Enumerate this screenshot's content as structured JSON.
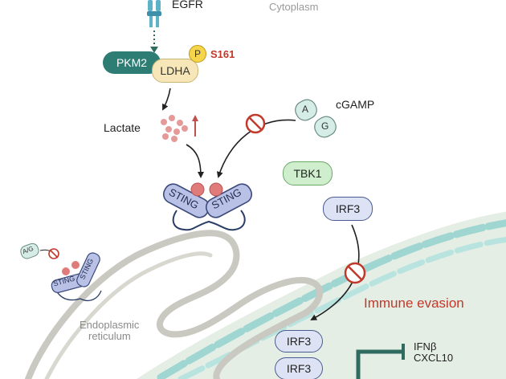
{
  "labels": {
    "egfr": "EGFR",
    "cytoplasm": "Cytoplasm",
    "pkm2": "PKM2",
    "ldha": "LDHA",
    "phospho": "P",
    "site": "S161",
    "lactate": "Lactate",
    "cgamp": "cGAMP",
    "cgamp_a": "A",
    "cgamp_g": "G",
    "tbk1": "TBK1",
    "irf3": "IRF3",
    "sting": "STING",
    "er_line1": "Endoplasmic",
    "er_line2": "reticulum",
    "immune_evasion": "Immune evasion",
    "nuclear_irf3_top": "IRF3",
    "nuclear_irf3_bottom": "IRF3",
    "target_gene_1": "IFNβ",
    "target_gene_2": "CXCL10",
    "inset_ag": "A/G",
    "inset_sting_a": "STING",
    "inset_sting_b": "STING"
  },
  "colors": {
    "pkm2": "#2e7d74",
    "ldha": "#f6e6b8",
    "phospho": "#f7d54a",
    "accent_red": "#c0392b",
    "sting": "#b9c2e6",
    "sting_ligand": "#e07b7b",
    "tbk1": "#cfeecd",
    "irf3": "#dde3f4",
    "er_membrane": "#c9c9c1",
    "nucleus": "#e4eee4",
    "nuclear_envelope": "#a9dcd8",
    "inhibition": "#2f6b5e"
  }
}
